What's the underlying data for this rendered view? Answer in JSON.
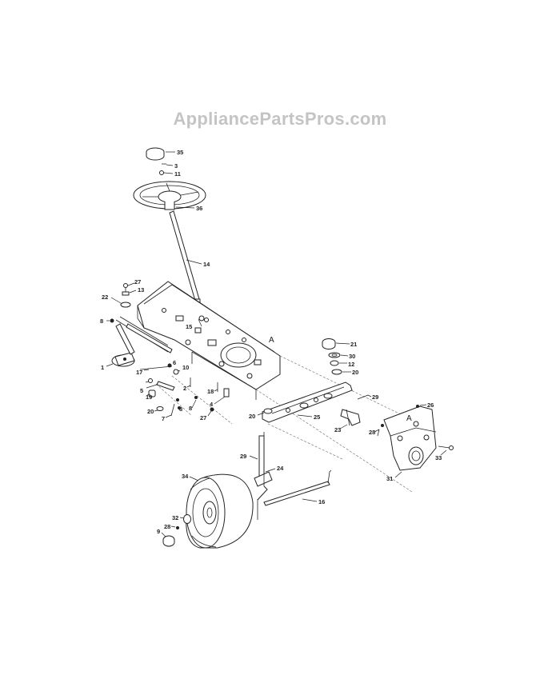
{
  "watermark": "AppliancePartsPros.com",
  "callouts": [
    "A",
    "A"
  ],
  "labels": [
    {
      "id": "p35",
      "text": "35"
    },
    {
      "id": "p3",
      "text": "3"
    },
    {
      "id": "p11",
      "text": "11"
    },
    {
      "id": "p36",
      "text": "36"
    },
    {
      "id": "p14",
      "text": "14"
    },
    {
      "id": "p27a",
      "text": "27"
    },
    {
      "id": "p13",
      "text": "13"
    },
    {
      "id": "p22",
      "text": "22"
    },
    {
      "id": "p8a",
      "text": "8"
    },
    {
      "id": "p15",
      "text": "15"
    },
    {
      "id": "p1",
      "text": "1"
    },
    {
      "id": "p17",
      "text": "17"
    },
    {
      "id": "p6",
      "text": "6"
    },
    {
      "id": "p10",
      "text": "10"
    },
    {
      "id": "p5",
      "text": "5"
    },
    {
      "id": "p19",
      "text": "19"
    },
    {
      "id": "p2",
      "text": "2"
    },
    {
      "id": "p18",
      "text": "18"
    },
    {
      "id": "p4",
      "text": "4"
    },
    {
      "id": "p8b",
      "text": "8"
    },
    {
      "id": "p8c",
      "text": "8"
    },
    {
      "id": "p20a",
      "text": "20"
    },
    {
      "id": "p7",
      "text": "7"
    },
    {
      "id": "p27b",
      "text": "27"
    },
    {
      "id": "p21",
      "text": "21"
    },
    {
      "id": "p30",
      "text": "30"
    },
    {
      "id": "p12",
      "text": "12"
    },
    {
      "id": "p20b",
      "text": "20"
    },
    {
      "id": "p29a",
      "text": "29"
    },
    {
      "id": "p26",
      "text": "26"
    },
    {
      "id": "p20c",
      "text": "20"
    },
    {
      "id": "p25",
      "text": "25"
    },
    {
      "id": "p23",
      "text": "23"
    },
    {
      "id": "p28a",
      "text": "28"
    },
    {
      "id": "p33",
      "text": "33"
    },
    {
      "id": "p31",
      "text": "31"
    },
    {
      "id": "p29b",
      "text": "29"
    },
    {
      "id": "p24",
      "text": "24"
    },
    {
      "id": "p34",
      "text": "34"
    },
    {
      "id": "p16",
      "text": "16"
    },
    {
      "id": "p32",
      "text": "32"
    },
    {
      "id": "p28b",
      "text": "28"
    },
    {
      "id": "p9",
      "text": "9"
    }
  ]
}
